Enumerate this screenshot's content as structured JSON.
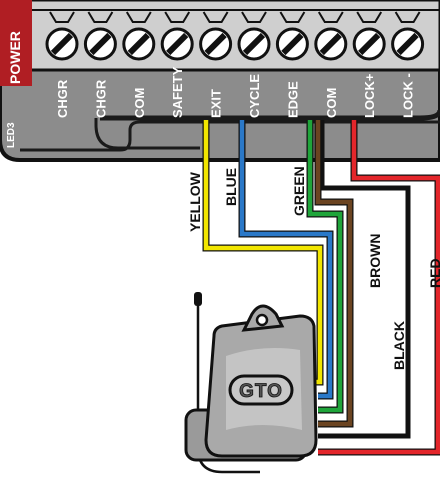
{
  "board": {
    "power_label": "POWER",
    "led_label": "LED3",
    "terminals": [
      {
        "label": "CHGR"
      },
      {
        "label": "CHGR"
      },
      {
        "label": "COM"
      },
      {
        "label": "SAFETY"
      },
      {
        "label": "EXIT"
      },
      {
        "label": "CYCLE"
      },
      {
        "label": "EDGE"
      },
      {
        "label": "COM"
      },
      {
        "label": "LOCK+"
      },
      {
        "label": "LOCK -"
      }
    ]
  },
  "wires": [
    {
      "label": "YELLOW",
      "color": "#f2e600"
    },
    {
      "label": "BLUE",
      "color": "#2a78c8"
    },
    {
      "label": "GREEN",
      "color": "#1fa53a"
    },
    {
      "label": "BROWN",
      "color": "#6b4421"
    },
    {
      "label": "BLACK",
      "color": "#111111"
    },
    {
      "label": "RED",
      "color": "#e3262b"
    }
  ],
  "receiver": {
    "logo_text": "GTO"
  },
  "colors": {
    "board_fill": "#8c8c8c",
    "board_dark": "#1a1a1a",
    "receiver_fill": "#a9a9a9"
  }
}
